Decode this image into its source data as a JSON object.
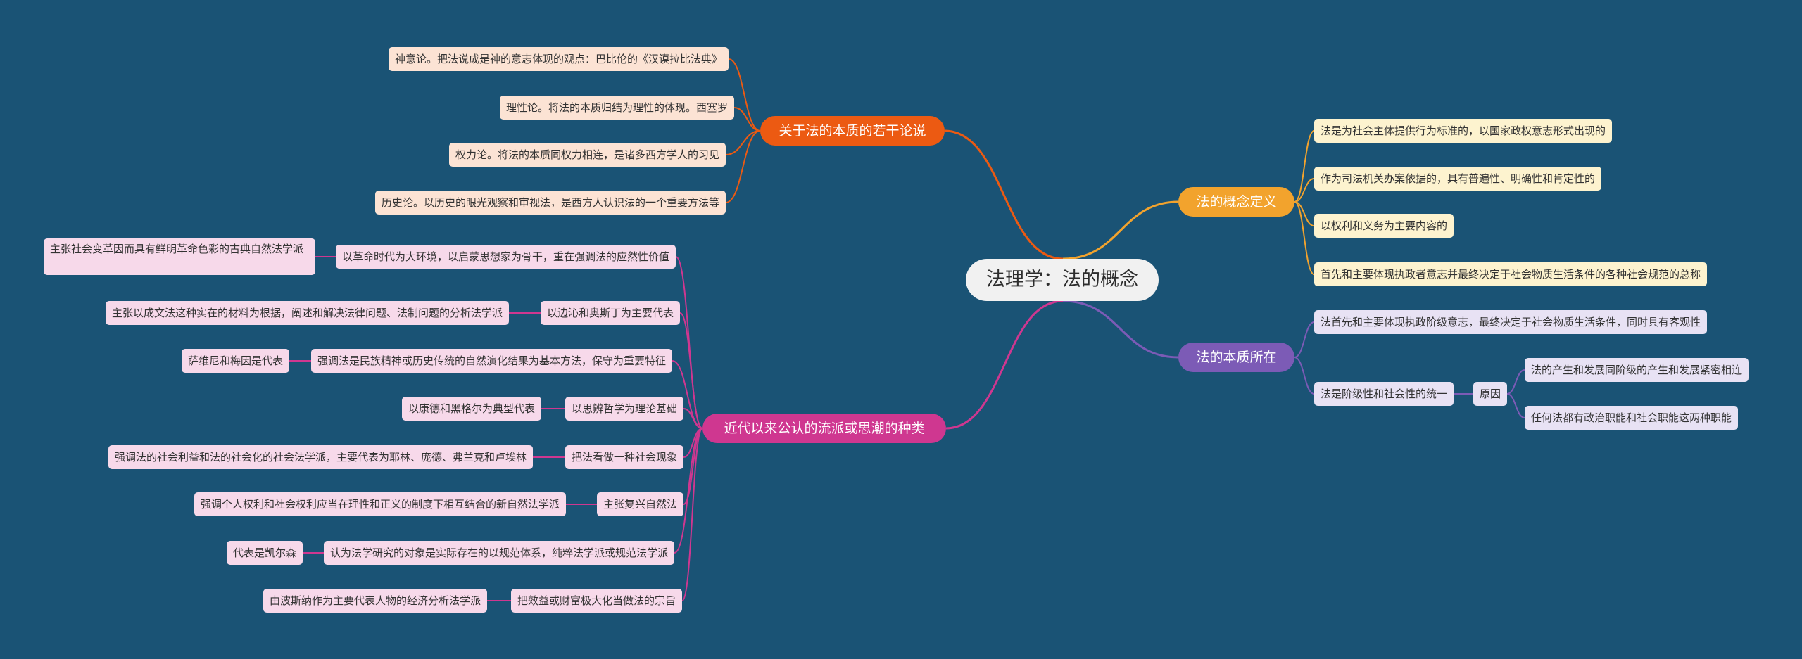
{
  "root": "法理学：法的概念",
  "colors": {
    "background": "#1a5375",
    "orange": "#ec5a12",
    "yellow": "#f2a32d",
    "purple": "#7c5bb6",
    "pink": "#cf3790"
  },
  "theories": {
    "label": "关于法的本质的若干论说",
    "items": [
      "神意论。把法说成是神的意志体现的观点：巴比伦的《汉谟拉比法典》",
      "理性论。将法的本质归结为理性的体现。西塞罗",
      "权力论。将法的本质同权力相连，是诸多西方学人的习见",
      "历史论。以历史的眼光观察和审视法，是西方人认识法的一个重要方法等"
    ]
  },
  "schools": {
    "label": "近代以来公认的流派或思潮的种类",
    "items": [
      {
        "text": "以革命时代为大环境，以启蒙思想家为骨干，重在强调法的应然性价值",
        "child": "主张社会变革因而具有鲜明革命色彩的古典自然法学派"
      },
      {
        "text": "以边沁和奥斯丁为主要代表",
        "child": "主张以成文法这种实在的材料为根据，阐述和解决法律问题、法制问题的分析法学派"
      },
      {
        "text": "强调法是民族精神或历史传统的自然演化结果为基本方法，保守为重要特征",
        "child": "萨维尼和梅因是代表"
      },
      {
        "text": "以思辨哲学为理论基础",
        "child": "以康德和黑格尔为典型代表"
      },
      {
        "text": "把法看做一种社会现象",
        "child": "强调法的社会利益和法的社会化的社会法学派，主要代表为耶林、庞德、弗兰克和卢埃林"
      },
      {
        "text": "主张复兴自然法",
        "child": "强调个人权利和社会权利应当在理性和正义的制度下相互结合的新自然法学派"
      },
      {
        "text": "认为法学研究的对象是实际存在的以规范体系，纯粹法学派或规范法学派",
        "child": "代表是凯尔森"
      },
      {
        "text": "把效益或财富极大化当做法的宗旨",
        "child": "由波斯纳作为主要代表人物的经济分析法学派"
      }
    ]
  },
  "definition": {
    "label": "法的概念定义",
    "items": [
      "法是为社会主体提供行为标准的，以国家政权意志形式出现的",
      "作为司法机关办案依据的，具有普遍性、明确性和肯定性的",
      "以权利和义务为主要内容的",
      "首先和主要体现执政者意志并最终决定于社会物质生活条件的各种社会规范的总称"
    ]
  },
  "essence": {
    "label": "法的本质所在",
    "item1": "法首先和主要体现执政阶级意志，最终决定于社会物质生活条件，同时具有客观性",
    "item2": "法是阶级性和社会性的统一",
    "reason": "原因",
    "reasons": [
      "法的产生和发展同阶级的产生和发展紧密相连",
      "任何法都有政治职能和社会职能这两种职能"
    ]
  }
}
